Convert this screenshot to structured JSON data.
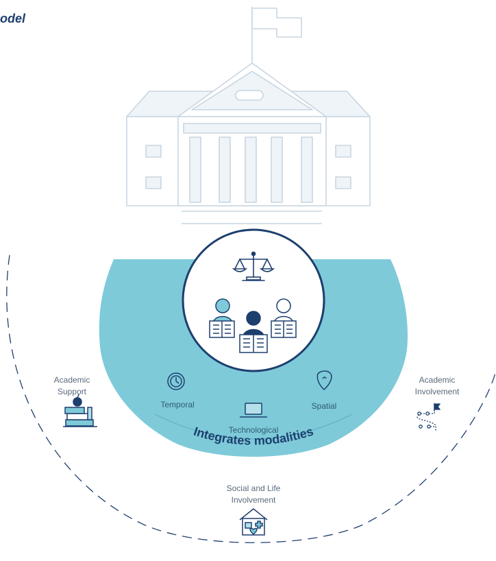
{
  "title": "odel",
  "center": {
    "arc_label": "Integrates modalities",
    "modalities": {
      "temporal": "Temporal",
      "technological": "Technological",
      "spatial": "Spatial"
    }
  },
  "outer": {
    "academic_support": [
      "Academic",
      "Support"
    ],
    "academic_involvement": [
      "Academic",
      "Involvement"
    ],
    "social_life": [
      "Social and Life",
      "Involvement"
    ]
  },
  "colors": {
    "band": "#7ecad9",
    "band_dark": "#3e93aa",
    "navy": "#1d3f6e",
    "icon_blue": "#2a7ea1",
    "building": "#c8d5e1",
    "building_fill": "#eef4f8"
  },
  "icons": {
    "building": "university-building-icon",
    "flag": "flag-icon",
    "scales": "scales-of-justice-icon",
    "students": "reading-students-icon",
    "clock": "clock-icon",
    "laptop": "laptop-icon",
    "location": "location-pin-icon",
    "books": "books-apple-icon",
    "path": "path-flag-icon",
    "home": "home-care-icon"
  }
}
